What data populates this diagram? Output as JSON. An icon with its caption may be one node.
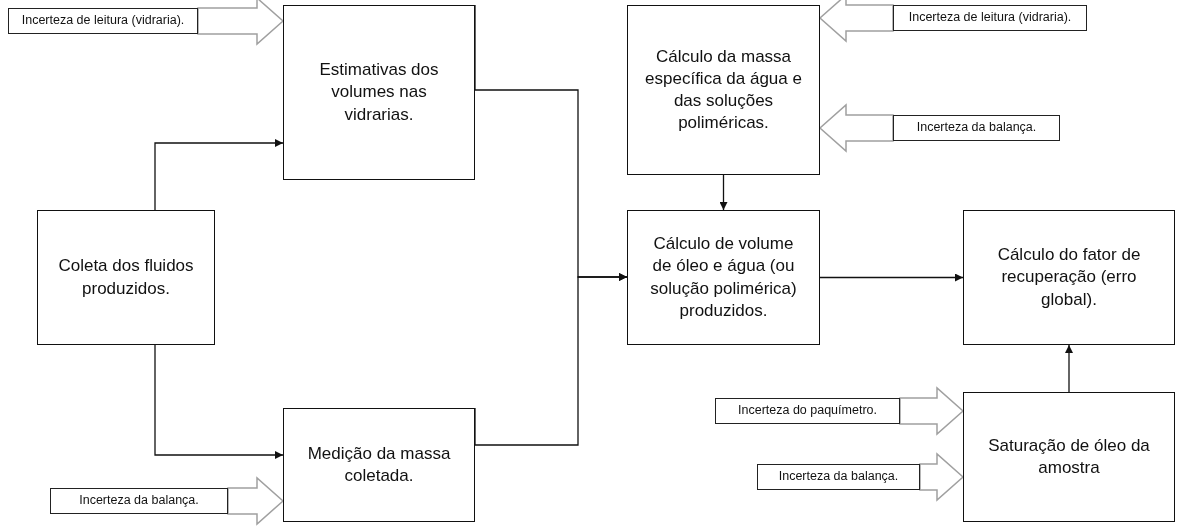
{
  "diagram": {
    "nodes": [
      {
        "text": [
          "Coleta dos fluidos produzidos."
        ]
      },
      {
        "text": [
          "Estimativas dos volumes nas vidrarias."
        ]
      },
      {
        "text": [
          "Medição da massa coletada."
        ]
      },
      {
        "text": [
          "Cálculo da massa específica da água e das soluções poliméricas."
        ]
      },
      {
        "text": [
          "Cálculo de volume de óleo e água (ou solução polimérica) produzidos."
        ]
      },
      {
        "text": [
          "Cálculo do fator de recuperação (erro global)."
        ]
      },
      {
        "text": [
          "Saturação de óleo da amostra"
        ]
      },
      {
        "text": [
          "Incerteza de leitura (vidraria)."
        ]
      },
      {
        "text": [
          "Incerteza de leitura (vidraria)."
        ]
      },
      {
        "text": [
          "Incerteza da balança."
        ]
      },
      {
        "text": [
          "Incerteza da balança."
        ]
      },
      {
        "text": [
          "Incerteza do paquímetro."
        ]
      },
      {
        "text": [
          "Incerteza da balança."
        ]
      }
    ],
    "edges": [
      {
        "from": 0,
        "to": 1,
        "arrow": "to"
      },
      {
        "from": 0,
        "to": 2,
        "arrow": "to"
      },
      {
        "from": 1,
        "to": 4,
        "arrow": "to"
      },
      {
        "from": 2,
        "to": 4,
        "arrow": "to"
      },
      {
        "from": 3,
        "to": 4,
        "arrow": "to"
      },
      {
        "from": 4,
        "to": 5,
        "arrow": "to"
      },
      {
        "from": 6,
        "to": 5,
        "arrow": "to"
      },
      {
        "from": 7,
        "to": 1,
        "arrow": "to",
        "style": "thick"
      },
      {
        "from": 8,
        "to": 3,
        "arrow": "to",
        "style": "thick"
      },
      {
        "from": 9,
        "to": 3,
        "arrow": "to",
        "style": "thick"
      },
      {
        "from": 10,
        "to": 2,
        "arrow": "to",
        "style": "thick"
      },
      {
        "from": 11,
        "to": 6,
        "arrow": "to",
        "style": "thick"
      },
      {
        "from": 12,
        "to": 6,
        "arrow": "to",
        "style": "thick"
      }
    ]
  }
}
